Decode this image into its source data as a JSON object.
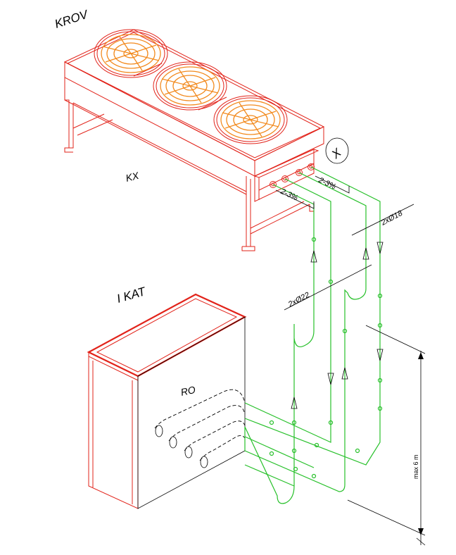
{
  "labels": {
    "roof": "KROV",
    "condenser": "KX",
    "floor": "I KAT",
    "indoor_unit": "RO",
    "detail_marker": "X",
    "slope_left": "2-3%",
    "slope_right": "2-3%",
    "pipe_large": "2xØ22",
    "pipe_small": "2xØ18",
    "height_limit": "max 6 m"
  },
  "colors": {
    "equipment": "#e2231a",
    "fan": "#f28a1e",
    "piping": "#27c02a",
    "annotation": "#000000"
  }
}
